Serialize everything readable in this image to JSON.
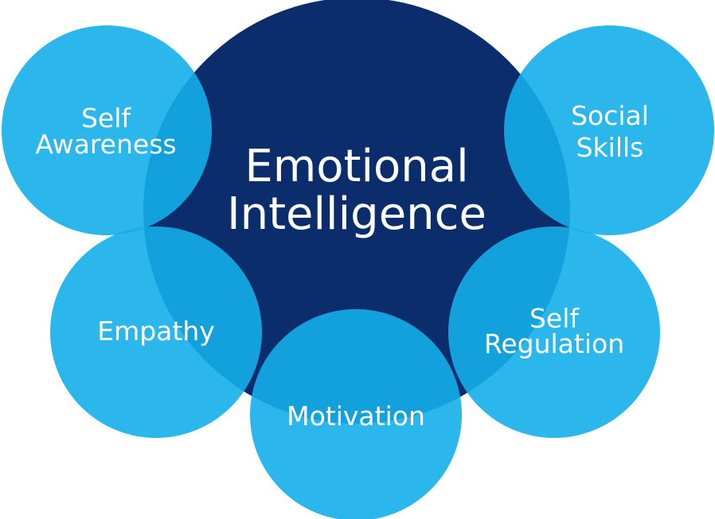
{
  "diagram": {
    "center": {
      "line1": "Emotional",
      "line2": "Intelligence",
      "color": "#0b2d6b"
    },
    "node_color": "#14aeea",
    "nodes": [
      {
        "id": "self-awareness",
        "line1": "Self",
        "line2": "Awareness"
      },
      {
        "id": "social-skills",
        "line1": "Social",
        "line2": "Skills"
      },
      {
        "id": "empathy",
        "line1": "Empathy",
        "line2": ""
      },
      {
        "id": "self-regulation",
        "line1": "Self",
        "line2": "Regulation"
      },
      {
        "id": "motivation",
        "line1": "Motivation",
        "line2": ""
      }
    ]
  }
}
